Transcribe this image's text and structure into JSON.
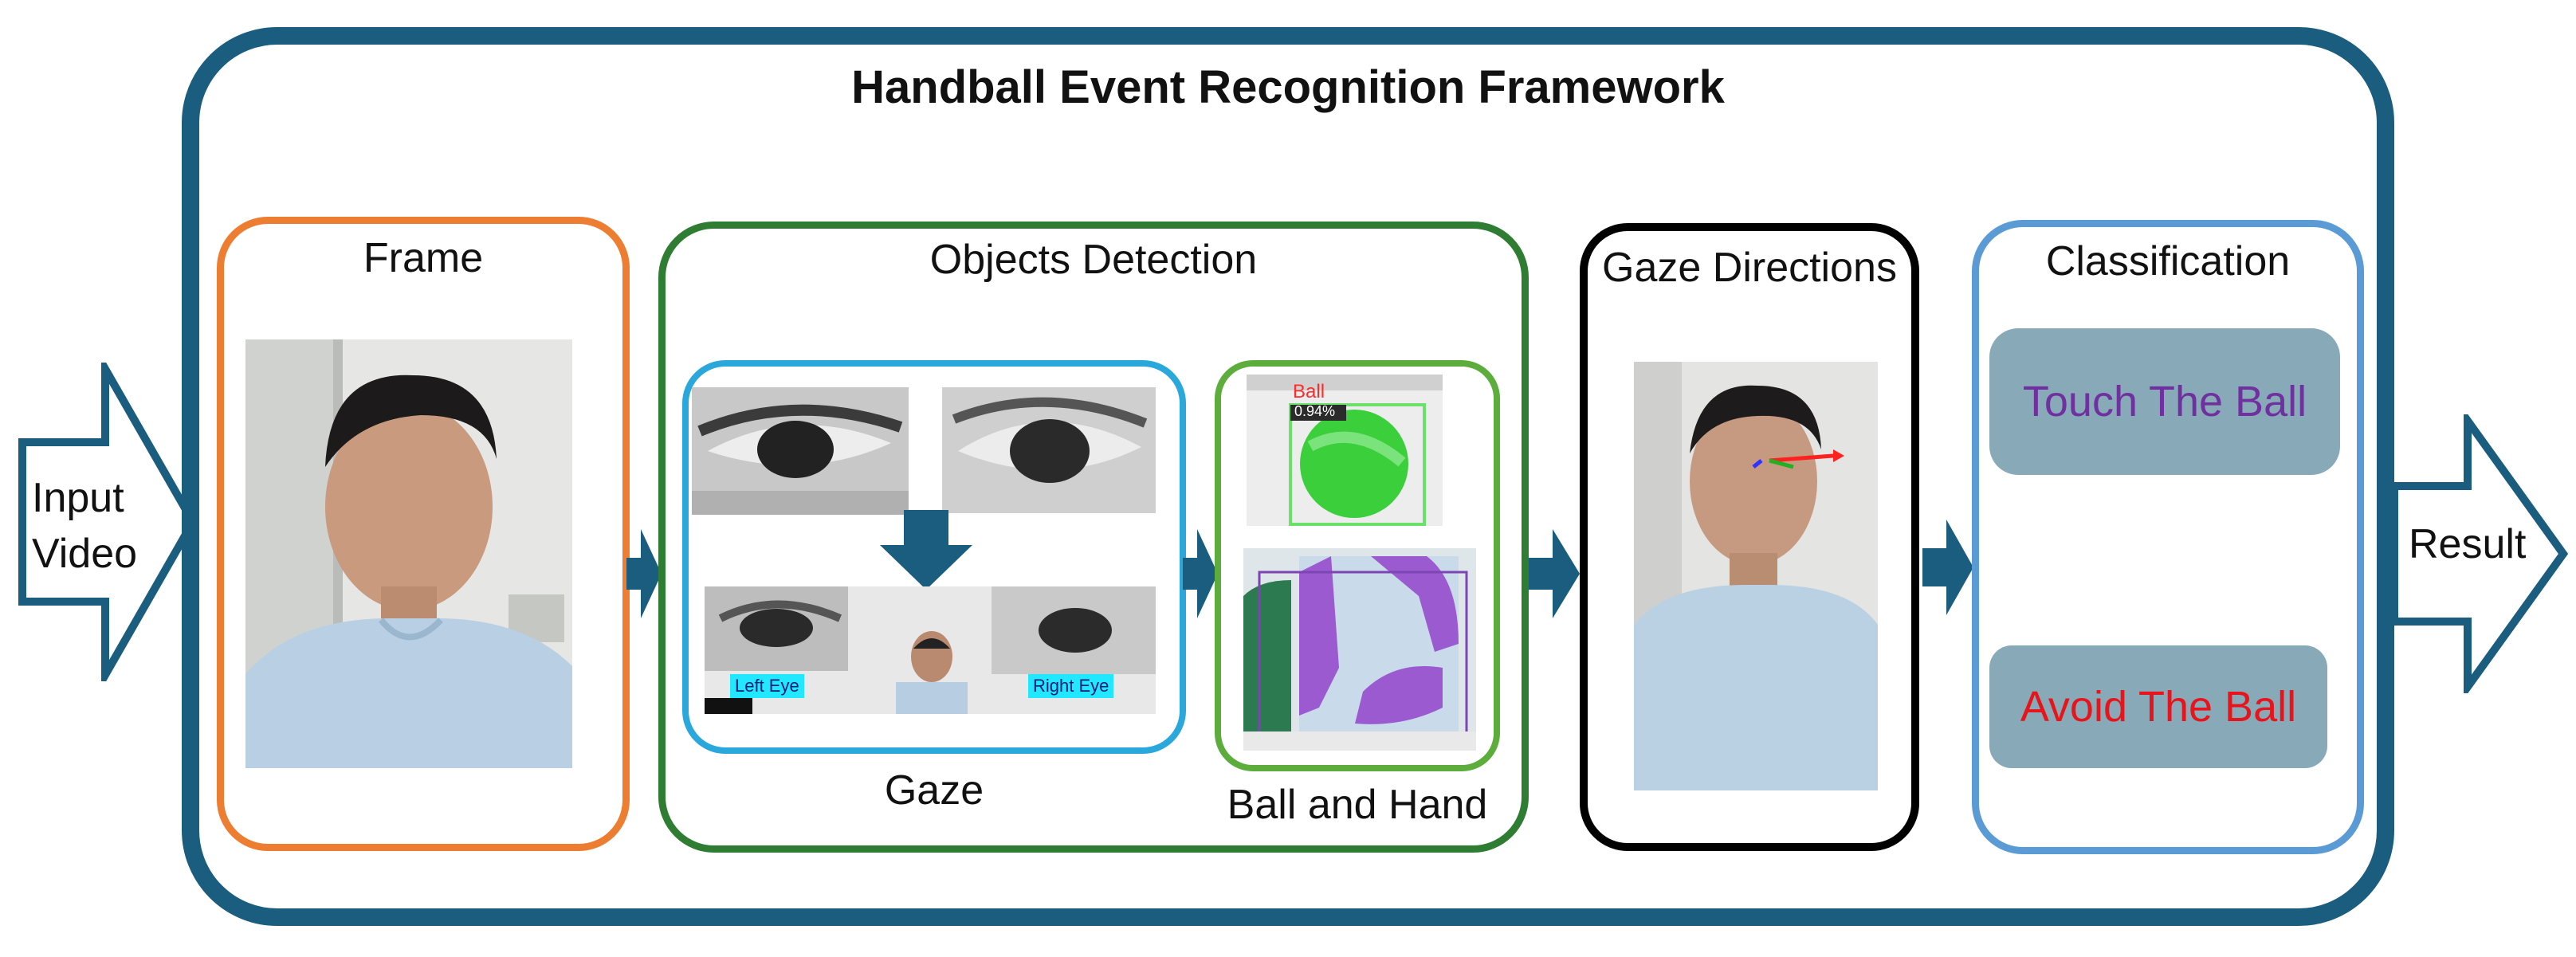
{
  "title": "Handball Event Recognition Framework",
  "input_label": "Input\nVideo",
  "result_label": "Result",
  "sections": {
    "frame": {
      "title": "Frame"
    },
    "detection": {
      "title": "Objects Detection",
      "gaze": {
        "title": "Gaze",
        "left_eye_tag": "Left Eye",
        "right_eye_tag": "Right Eye"
      },
      "ball_hand": {
        "title": "Ball and Hand",
        "ball_tag": "Ball",
        "ball_conf": "0.94%"
      }
    },
    "gaze_directions": {
      "title": "Gaze Directions"
    },
    "classification": {
      "title": "Classification",
      "classes": [
        {
          "label": "Touch The Ball",
          "color": "#7030a0"
        },
        {
          "label": "Avoid The Ball",
          "color": "#e8141b"
        }
      ]
    }
  },
  "colors": {
    "outer_border": "#1b5d7f",
    "frame_border": "#ed7d31",
    "detection_border": "#2e7d32",
    "gaze_border": "#2aa8dc",
    "ballhand_border": "#5cad3c",
    "gazedir_border": "#000000",
    "class_border": "#5b9bd5",
    "class_fill": "#87a9b8"
  }
}
